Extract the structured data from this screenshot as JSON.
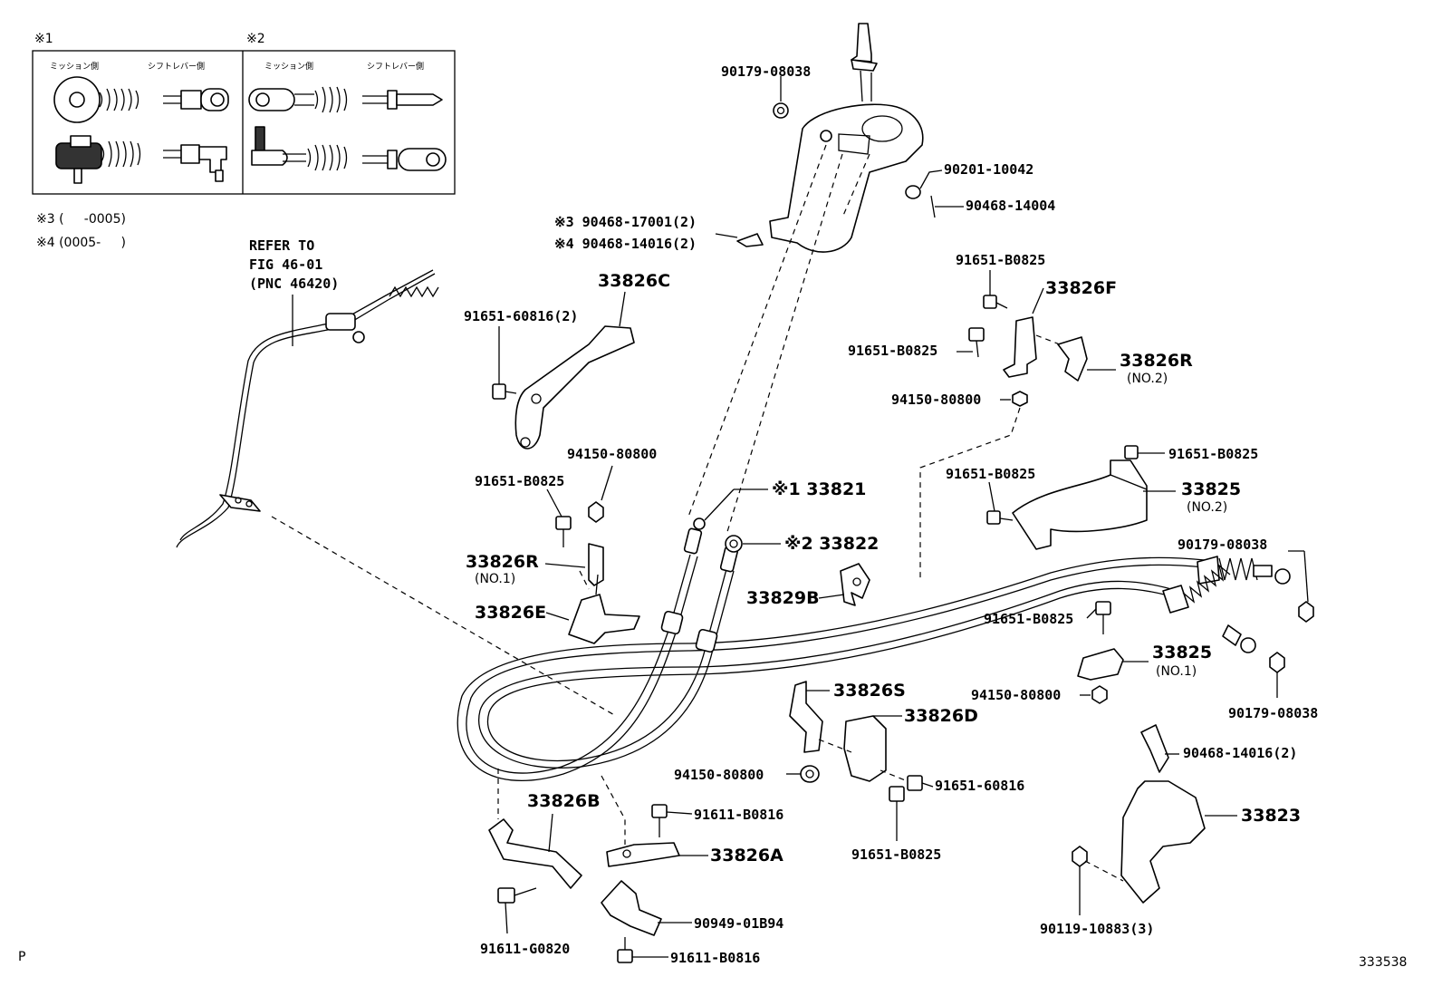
{
  "legend": {
    "note1_mark": "※1",
    "note2_mark": "※2",
    "box1_left_head": "ミッション側",
    "box1_right_head": "シフトレバー側",
    "box2_left_head": "ミッション側",
    "box2_right_head": "シフトレバー側",
    "note3": "※3 (     -0005)",
    "note4": "※4 (0005-     )"
  },
  "refer": {
    "line1": "REFER TO",
    "line2": "FIG 46-01",
    "line3": "(PNC 46420)"
  },
  "labels": {
    "p90179_08038_top": "90179-08038",
    "p90201_10042": "90201-10042",
    "p90468_14004": "90468-14004",
    "p90468_17001": "※3 90468-17001(2)",
    "p90468_14016_top": "※4 90468-14016(2)",
    "p33826C": "33826C",
    "p91651_60816_2": "91651-60816(2)",
    "p91651_B0825_a": "91651-B0825",
    "p33826F": "33826F",
    "p91651_B0825_b": "91651-B0825",
    "p33826R_2": "33826R",
    "p33826R_2_sub": "(NO.2)",
    "p94150_80800_a": "94150-80800",
    "p91651_B0825_c": "91651-B0825",
    "p94150_80800_b": "94150-80800",
    "p91651_B0825_d": "91651-B0825",
    "p33821": "※1 33821",
    "p91651_B0825_e": "91651-B0825",
    "p33825_2": "33825",
    "p33825_2_sub": "(NO.2)",
    "p33822": "※2 33822",
    "p33826R_1": "33826R",
    "p33826R_1_sub": "(NO.1)",
    "p90179_08038_mid": "90179-08038",
    "p33829B": "33829B",
    "p33826E": "33826E",
    "p91651_B0825_f": "91651-B0825",
    "p33825_1": "33825",
    "p33825_1_sub": "(NO.1)",
    "p94150_80800_c": "94150-80800",
    "p90179_08038_bot": "90179-08038",
    "p33826S": "33826S",
    "p33826D": "33826D",
    "p90468_14016_bot": "90468-14016(2)",
    "p94150_80800_d": "94150-80800",
    "p91651_60816": "91651-60816",
    "p33826B": "33826B",
    "p91611_B0816_a": "91611-B0816",
    "p33823": "33823",
    "p33826A": "33826A",
    "p91651_B0825_g": "91651-B0825",
    "p90949_01B94": "90949-01B94",
    "p91611_G0820": "91611-G0820",
    "p90119_10883": "90119-10883(3)",
    "p91611_B0816_b": "91611-B0816"
  },
  "footer": {
    "left": "P",
    "right": "333538"
  }
}
